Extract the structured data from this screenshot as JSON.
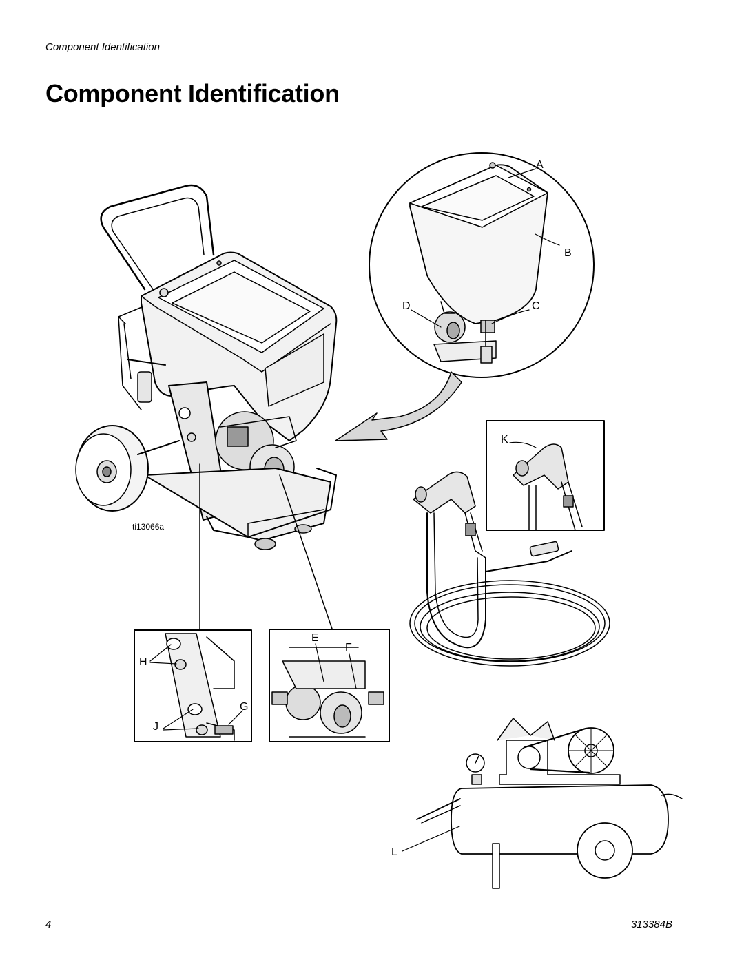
{
  "header": {
    "running_title": "Component Identification"
  },
  "page": {
    "title": "Component Identification"
  },
  "figure": {
    "id": "ti13066a",
    "callouts": {
      "A": "A",
      "B": "B",
      "C": "C",
      "D": "D",
      "E": "E",
      "F": "F",
      "G": "G",
      "H": "H",
      "J": "J",
      "K": "K",
      "L": "L"
    }
  },
  "footer": {
    "page_number": "4",
    "doc_number": "313384B"
  }
}
